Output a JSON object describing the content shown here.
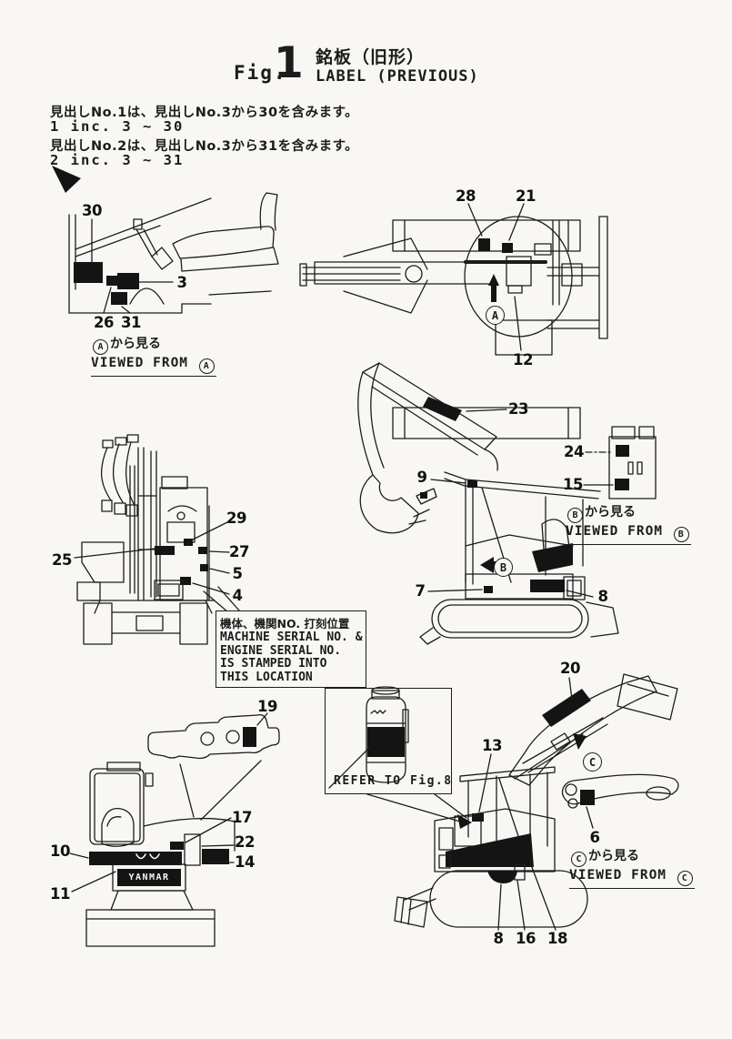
{
  "page": {
    "background": "#f8f7f4",
    "ink": "#1c1c1c"
  },
  "figure": {
    "prefix": "Fig.",
    "number": "1",
    "title_jp": "銘板（旧形）",
    "title_en": "LABEL (PREVIOUS)"
  },
  "notes": {
    "line1_jp": "見出しNo.1は、見出しNo.3から30を含みます。",
    "line1_en": "1 inc. 3 ~ 30",
    "line2_jp": "見出しNo.2は、見出しNo.3から31を含みます。",
    "line2_en": "2 inc. 3 ~ 31"
  },
  "captions": {
    "a": {
      "letter": "A",
      "jp": "から見る",
      "en": "VIEWED FROM"
    },
    "b": {
      "letter": "B",
      "jp": "から見る",
      "en": "VIEWED FROM"
    },
    "c": {
      "letter": "C",
      "jp": "から見る",
      "en": "VIEWED FROM"
    }
  },
  "markers": {
    "a": "A",
    "b": "B",
    "c": "C"
  },
  "serial_note": {
    "jp": "機体、機関NO. 打刻位置",
    "en1": "MACHINE SERIAL NO. &",
    "en2": "ENGINE SERIAL NO.",
    "en3": "IS STAMPED INTO",
    "en4": "THIS LOCATION"
  },
  "refer_note": {
    "text": "REFER TO Fig.8"
  },
  "brand": {
    "plate": "YANMAR"
  },
  "callouts": {
    "seat": [
      "30",
      "3",
      "26",
      "31"
    ],
    "top": [
      "28",
      "21",
      "12"
    ],
    "side_b": [
      "23",
      "9",
      "7",
      "8"
    ],
    "detail_b": [
      "24",
      "15"
    ],
    "rear": [
      "25",
      "29",
      "27",
      "5",
      "4"
    ],
    "lower_left": [
      "19",
      "17",
      "22",
      "14",
      "10",
      "11"
    ],
    "lower_right": [
      "20",
      "13",
      "6",
      "8",
      "16",
      "18"
    ]
  }
}
